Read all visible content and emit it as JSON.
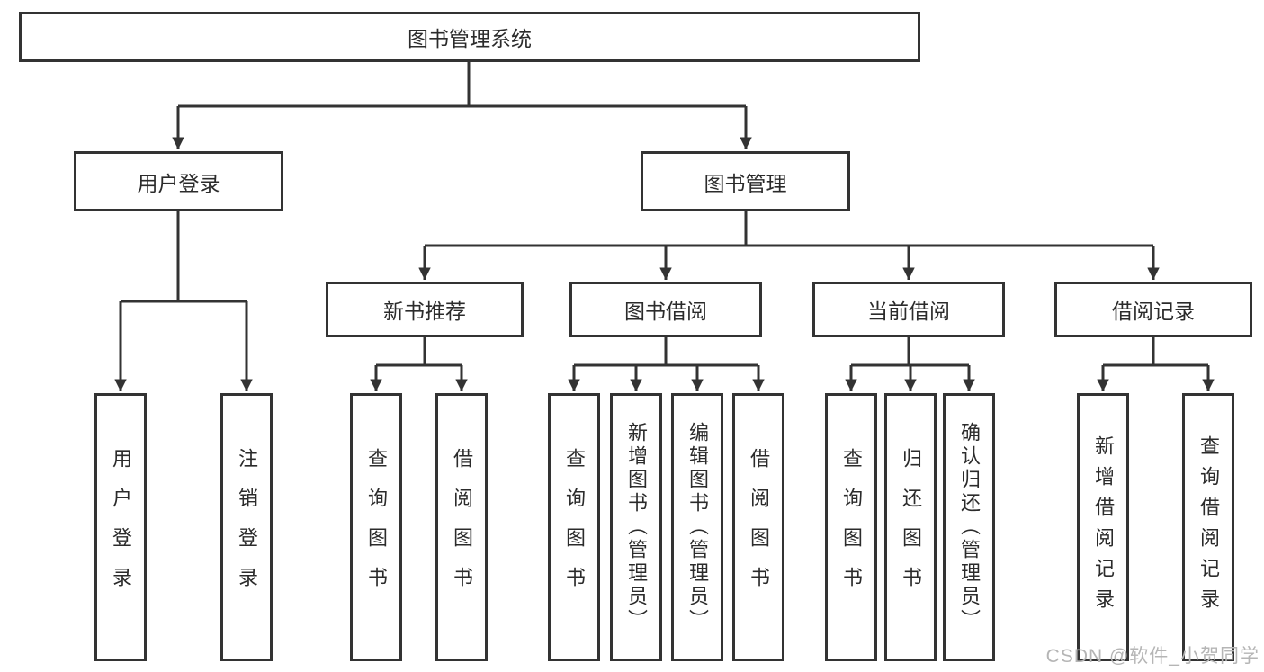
{
  "diagram": {
    "title": "图书管理系统",
    "user_login": {
      "label": "用户登录",
      "children": [
        "用户登录",
        "注销登录"
      ]
    },
    "book_management": {
      "label": "图书管理",
      "sections": [
        {
          "label": "新书推荐",
          "children": [
            "查询图书",
            "借阅图书"
          ]
        },
        {
          "label": "图书借阅",
          "children": [
            "查询图书",
            "新增图书（管理员）",
            "编辑图书（管理员）",
            "借阅图书"
          ]
        },
        {
          "label": "当前借阅",
          "children": [
            "查询图书",
            "归还图书",
            "确认归还（管理员）"
          ]
        },
        {
          "label": "借阅记录",
          "children": [
            "新增借阅记录",
            "查询借阅记录"
          ]
        }
      ]
    }
  },
  "watermark": {
    "text": "CSDN @软件_小贺同学"
  },
  "colors": {
    "line": "#333333",
    "box_border": "#333333",
    "text": "#2b2b2b",
    "watermark": "#b5b5b5",
    "background": "#ffffff"
  }
}
